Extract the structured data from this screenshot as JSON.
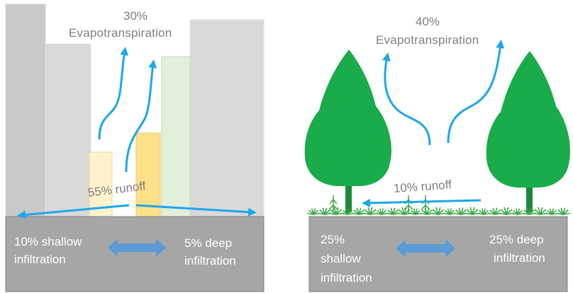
{
  "colors": {
    "ground": "#a6a6a6",
    "ground_border": "#7f7f7f",
    "arrow": "#1ca7ec",
    "double_arrow": "#5b9bd5",
    "tree": "#1aab4b",
    "trunk": "#1a8a3a",
    "label_gray": "#7f7f7f",
    "label_white": "#ffffff"
  },
  "urban": {
    "evapo_percent": "30%",
    "evapo_label": "Evapotranspiration",
    "runoff_label": "55% runoff",
    "shallow_line1": "10% shallow",
    "shallow_line2": "infiltration",
    "deep_line1": "5% deep",
    "deep_line2": "infiltration"
  },
  "forest": {
    "evapo_percent": "40%",
    "evapo_label": "Evapotranspiration",
    "runoff_label": "10% runoff",
    "shallow_line1": "25%",
    "shallow_line2": "shallow",
    "shallow_line3": "infiltration",
    "deep_line1": "25% deep",
    "deep_line2": "infiltration"
  }
}
